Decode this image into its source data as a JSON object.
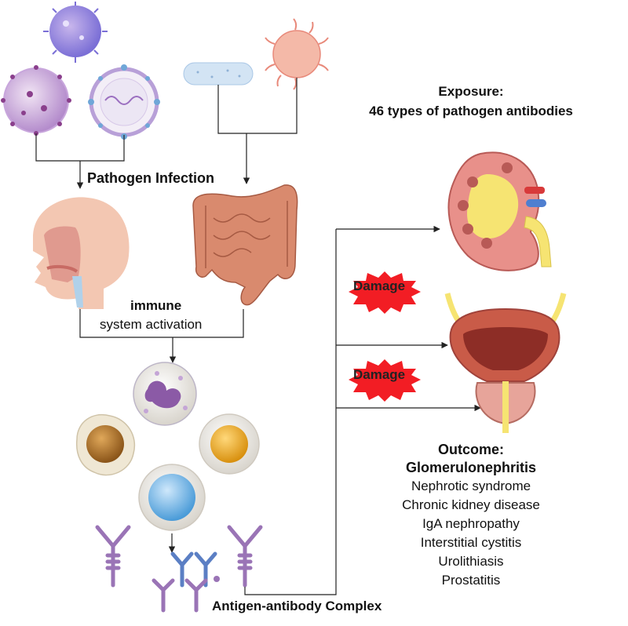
{
  "labels": {
    "exposure_title": "Exposure:",
    "exposure_detail": "46 types of pathogen antibodies",
    "pathogen_infection": "Pathogen Infection",
    "immune": "immune",
    "system_activation": "system activation",
    "damage_kidney": "Damage",
    "damage_bladder": "Damage",
    "antigen_antibody_complex": "Antigen-antibody Complex"
  },
  "outcome": {
    "title": "Outcome:",
    "headline": "Glomerulonephritis",
    "diseases": [
      "Nephrotic syndrome",
      "Chronic kidney disease",
      "IgA nephropathy",
      "Interstitial cystitis",
      "Urolithiasis",
      "Prostatitis"
    ]
  },
  "colors": {
    "virus_purple": "#9b7fd1",
    "virus_blue": "#7b6fd6",
    "bacteria_blue": "#cfe2f3",
    "bacteria_pink": "#f2b5a5",
    "skin": "#f2c7b3",
    "intestine": "#d98a6e",
    "kidney": "#e8908a",
    "bladder": "#c95b48",
    "damage_star": "#f21d24",
    "antibody_purple": "#9a74b6",
    "antibody_blue": "#5b7fc4",
    "arrow": "#222222"
  }
}
